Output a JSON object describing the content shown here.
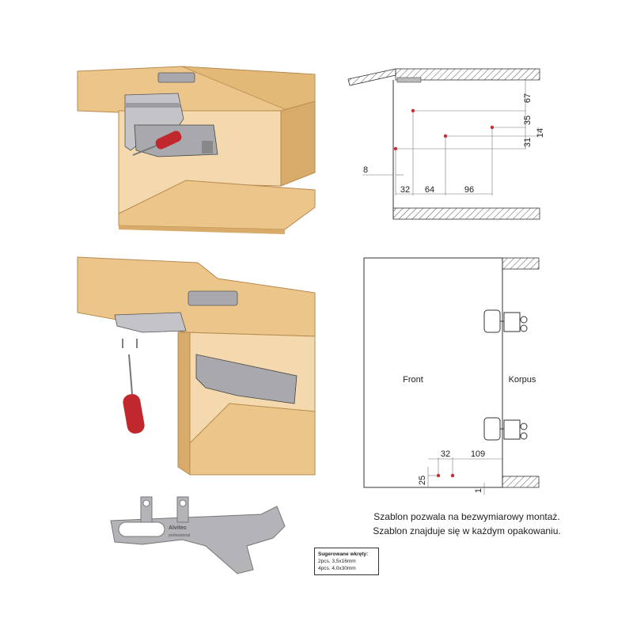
{
  "top_drawing": {
    "dims": {
      "d67": "67",
      "d35": "35",
      "d14": "14",
      "d31": "31",
      "d8": "8",
      "d32": "32",
      "d64": "64",
      "d96": "96"
    }
  },
  "bottom_drawing": {
    "front_label": "Front",
    "korpus_label": "Korpus",
    "dims": {
      "d32": "32",
      "d109": "109",
      "d25": "25",
      "d1": "1"
    }
  },
  "caption": {
    "line1": "Szablon pozwala na bezwymiarowy montaż.",
    "line2": "Szablon znajduje się w każdym opakowaniu."
  },
  "screws": {
    "title": "Sugerowane wkręty:",
    "line1": "2pcs. 3,5x16mm",
    "line2": "4pcs. 4,0x30mm"
  },
  "template_brand": {
    "brand": "Alvitec",
    "sub": "professional"
  },
  "colors": {
    "wood": "#ecc58a",
    "wood_dark": "#d9ab6a",
    "metal": "#a9a9ad",
    "handle": "#c0282d",
    "marker": "#d0202a"
  }
}
